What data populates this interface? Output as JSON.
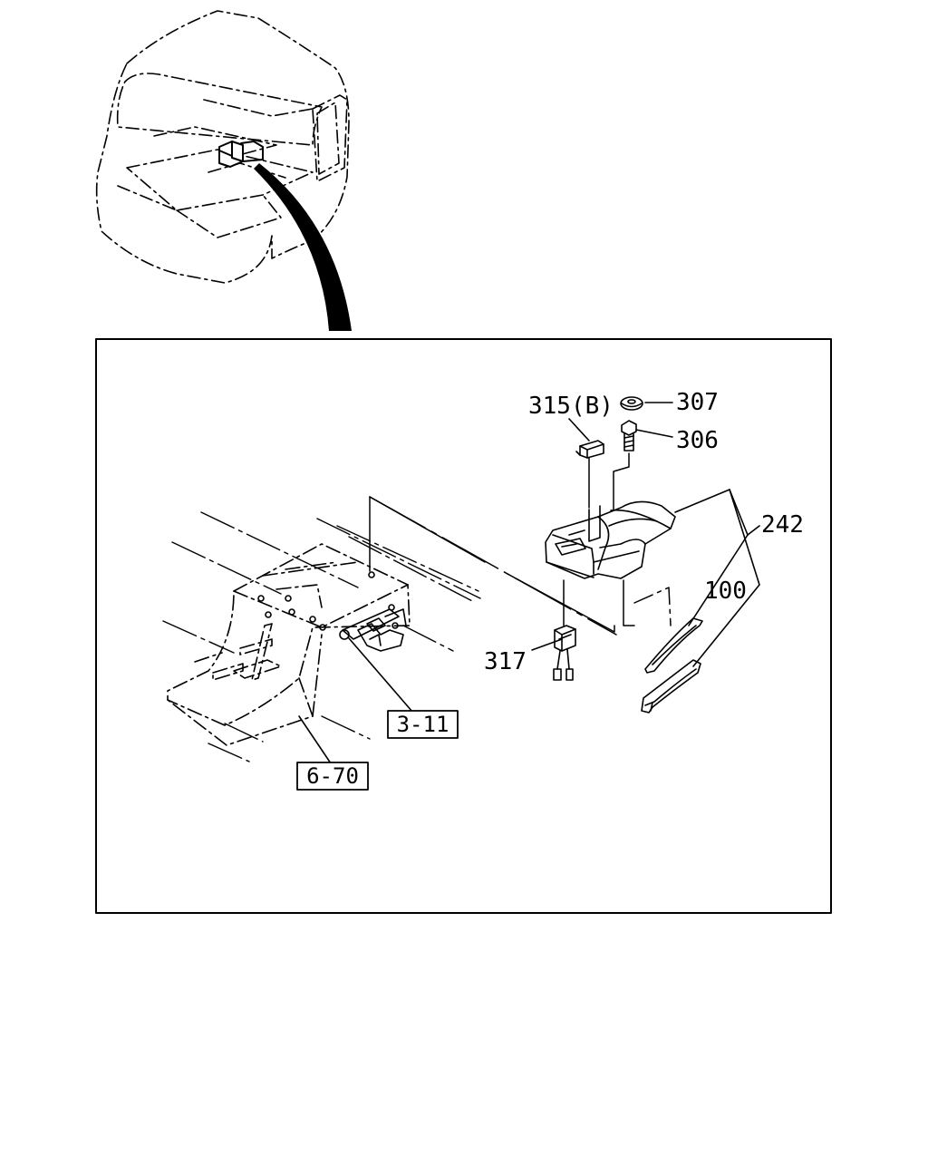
{
  "labels": {
    "p315b": "315(B)",
    "p307": "307",
    "p306": "306",
    "p242": "242",
    "p100": "100",
    "p317": "317"
  },
  "refs": {
    "r3_11": "3-11",
    "r6_70": "6-70"
  }
}
